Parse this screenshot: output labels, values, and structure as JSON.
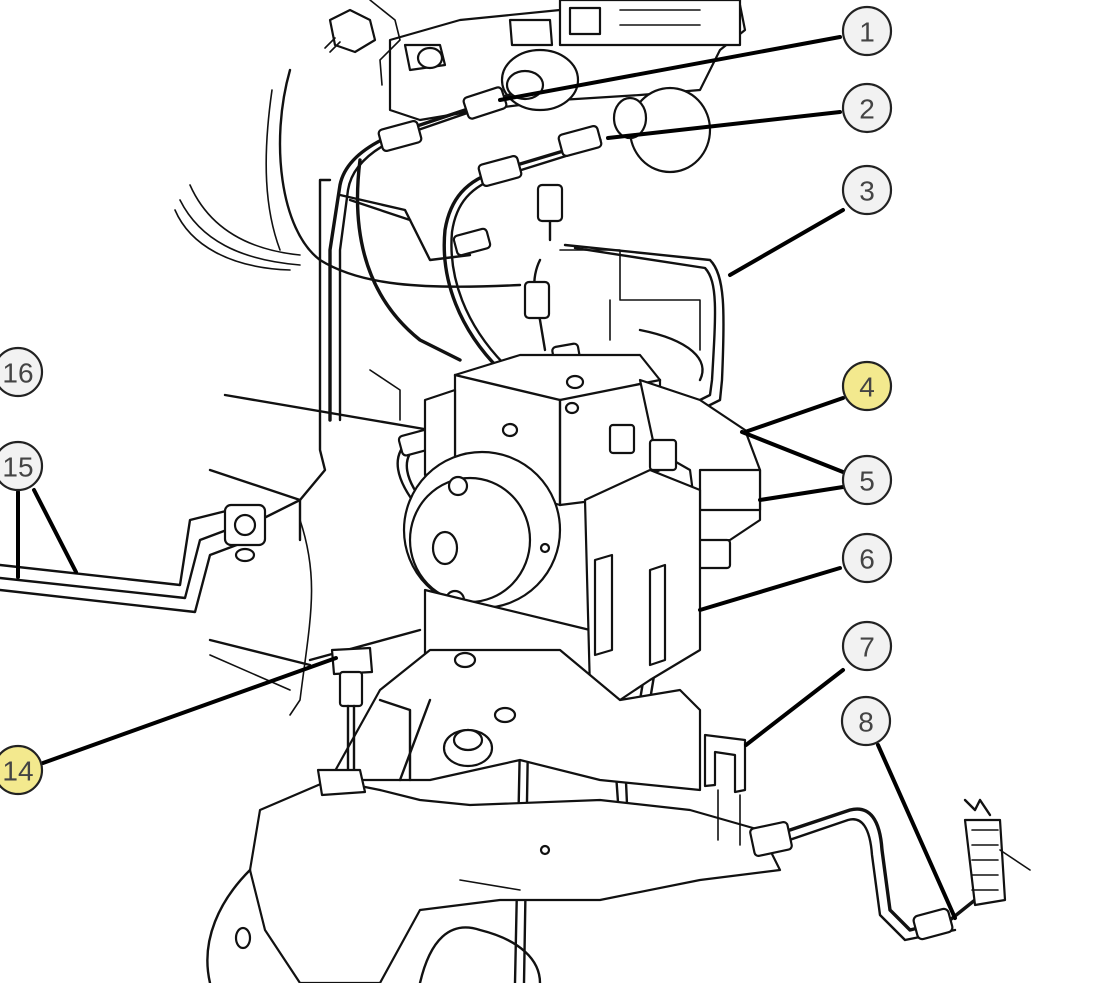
{
  "callouts": [
    {
      "label": "1",
      "highlight": false
    },
    {
      "label": "2",
      "highlight": false
    },
    {
      "label": "3",
      "highlight": false
    },
    {
      "label": "4",
      "highlight": true
    },
    {
      "label": "5",
      "highlight": false
    },
    {
      "label": "6",
      "highlight": false
    },
    {
      "label": "7",
      "highlight": false
    },
    {
      "label": "8",
      "highlight": false
    },
    {
      "label": "14",
      "highlight": true
    },
    {
      "label": "15",
      "highlight": false
    },
    {
      "label": "16",
      "highlight": false
    }
  ],
  "colors": {
    "line": "#111111",
    "callout_fill": "#f2f2f2",
    "callout_highlight_fill": "#f3e98e",
    "callout_text": "#444444"
  }
}
